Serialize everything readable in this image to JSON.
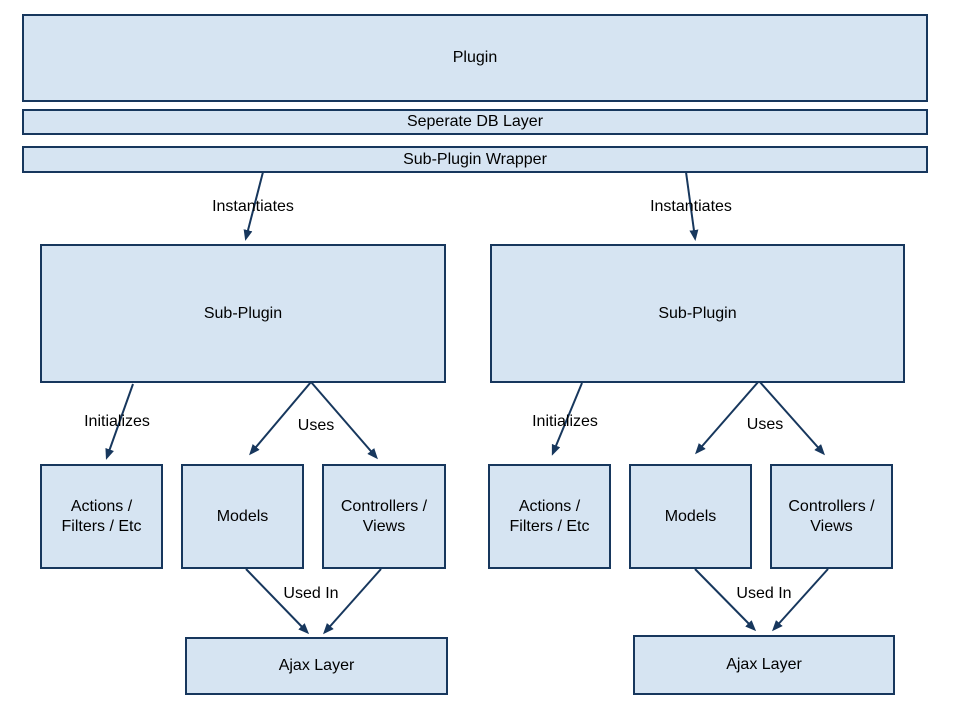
{
  "diagram": {
    "title": "Plugin / Sub-Plugin architecture diagram",
    "colors": {
      "node_fill": "#d6e4f2",
      "node_border": "#17375d",
      "arrow": "#17375d",
      "text": "#000000",
      "background": "#ffffff"
    },
    "nodes": {
      "plugin": {
        "label": "Plugin"
      },
      "db_layer": {
        "label": "Seperate DB Layer"
      },
      "wrapper": {
        "label": "Sub-Plugin Wrapper"
      },
      "sub_plugin_left": {
        "label": "Sub-Plugin"
      },
      "sub_plugin_right": {
        "label": "Sub-Plugin"
      },
      "actions_left": {
        "label": "Actions / Filters / Etc"
      },
      "models_left": {
        "label": "Models"
      },
      "controllers_left": {
        "label": "Controllers / Views"
      },
      "actions_right": {
        "label": "Actions / Filters / Etc"
      },
      "models_right": {
        "label": "Models"
      },
      "controllers_right": {
        "label": "Controllers / Views"
      },
      "ajax_left": {
        "label": "Ajax Layer"
      },
      "ajax_right": {
        "label": "Ajax Layer"
      }
    },
    "edges": [
      {
        "from": "wrapper",
        "to": "sub_plugin_left",
        "label": "Instantiates"
      },
      {
        "from": "wrapper",
        "to": "sub_plugin_right",
        "label": "Instantiates"
      },
      {
        "from": "sub_plugin_left",
        "to": "actions_left",
        "label": "Initializes"
      },
      {
        "from": "sub_plugin_left",
        "to": "models_left",
        "label": "Uses"
      },
      {
        "from": "sub_plugin_left",
        "to": "controllers_left",
        "label": "Uses"
      },
      {
        "from": "models_left",
        "to": "ajax_left",
        "label": "Used In"
      },
      {
        "from": "controllers_left",
        "to": "ajax_left",
        "label": "Used In"
      },
      {
        "from": "sub_plugin_right",
        "to": "actions_right",
        "label": "Initializes"
      },
      {
        "from": "sub_plugin_right",
        "to": "models_right",
        "label": "Uses"
      },
      {
        "from": "sub_plugin_right",
        "to": "controllers_right",
        "label": "Uses"
      },
      {
        "from": "models_right",
        "to": "ajax_right",
        "label": "Used In"
      },
      {
        "from": "controllers_right",
        "to": "ajax_right",
        "label": "Used In"
      }
    ]
  }
}
